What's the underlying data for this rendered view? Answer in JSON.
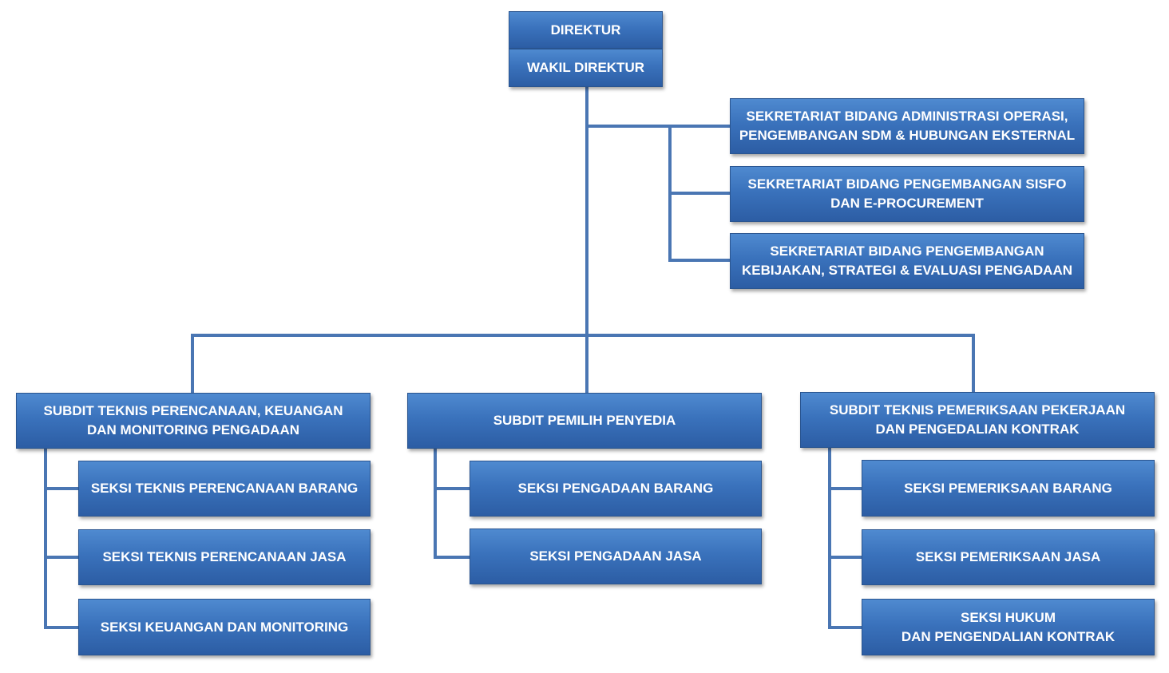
{
  "director": {
    "line1": "DIREKTUR",
    "line2": "WAKIL DIREKTUR"
  },
  "secretariats": [
    {
      "line1": "SEKRETARIAT BIDANG ADMINISTRASI OPERASI,",
      "line2": "PENGEMBANGAN SDM & HUBUNGAN EKSTERNAL"
    },
    {
      "line1": "SEKRETARIAT BIDANG PENGEMBANGAN SISFO",
      "line2": "DAN E-PROCUREMENT"
    },
    {
      "line1": "SEKRETARIAT BIDANG PENGEMBANGAN",
      "line2": "KEBIJAKAN, STRATEGI & EVALUASI PENGADAAN"
    }
  ],
  "subdits": [
    {
      "line1": "SUBDIT TEKNIS PERENCANAAN, KEUANGAN",
      "line2": "DAN MONITORING PENGADAAN",
      "sections": [
        "SEKSI TEKNIS PERENCANAAN BARANG",
        "SEKSI TEKNIS PERENCANAAN JASA",
        "SEKSI KEUANGAN DAN MONITORING"
      ]
    },
    {
      "line1": "SUBDIT PEMILIH PENYEDIA",
      "line2": "",
      "sections": [
        "SEKSI PENGADAAN BARANG",
        "SEKSI PENGADAAN JASA"
      ]
    },
    {
      "line1": "SUBDIT TEKNIS PEMERIKSAAN PEKERJAAN",
      "line2": "DAN PENGEDALIAN KONTRAK",
      "sections": [
        "SEKSI PEMERIKSAAN BARANG",
        "SEKSI PEMERIKSAAN JASA"
      ],
      "section_last": {
        "line1": "SEKSI HUKUM",
        "line2": "DAN PENGENDALIAN KONTRAK"
      }
    }
  ],
  "colors": {
    "box": "#3a72bc",
    "line": "#4a76b3",
    "text": "#ffffff"
  }
}
